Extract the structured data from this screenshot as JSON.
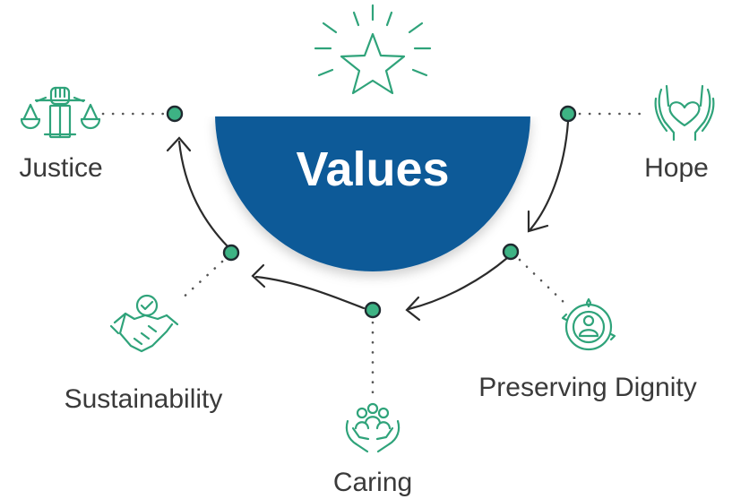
{
  "title": "Values",
  "values": [
    {
      "label": "Justice",
      "icon": "justice-scales-fist-icon"
    },
    {
      "label": "Hope",
      "icon": "hands-heart-icon"
    },
    {
      "label": "Preserving Dignity",
      "icon": "person-badge-icon"
    },
    {
      "label": "Caring",
      "icon": "hands-people-icon"
    },
    {
      "label": "Sustainability",
      "icon": "handshake-check-icon"
    }
  ],
  "center_icon": "star-burst-icon",
  "colors": {
    "semicircle": "#0d5a98",
    "accent_green": "#2fa37a",
    "node_fill": "#3db384",
    "node_stroke": "#1f2a30",
    "arrow": "#2b2b2b",
    "dots": "#555555",
    "label_text": "#3a3a3a",
    "title_text": "#ffffff"
  }
}
